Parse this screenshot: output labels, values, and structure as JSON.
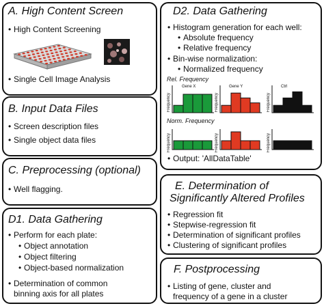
{
  "panels": {
    "a": {
      "title": "A. High Content Screen",
      "bullets": [
        "High Content Screening",
        "Single Cell Image Analysis"
      ]
    },
    "b": {
      "title": "B. Input Data Files",
      "bullets": [
        "Screen description files",
        "Single object data files"
      ]
    },
    "c": {
      "title": "C. Preprocessing (optional)",
      "bullets": [
        "Well flagging."
      ]
    },
    "d1": {
      "title": "D1. Data Gathering",
      "bullet1": "Perform for each plate:",
      "sub": [
        "Object annotation",
        "Object filtering",
        "Object-based normalization"
      ],
      "bullet2_line1": "Determination of common",
      "bullet2_line2": "binning axis for all plates"
    },
    "d2": {
      "title": "D2. Data Gathering",
      "bullet1": "Histogram generation for each well:",
      "sub1": [
        "Absolute frequency",
        "Relative frequency"
      ],
      "bullet2": "Bin-wise normalization:",
      "sub2": [
        "Normalized frequency"
      ],
      "rel_label": "Rel. Frequency",
      "norm_label": "Norm. Frequency",
      "genes": [
        "Gene X",
        "Gene Y",
        "Ctrl"
      ],
      "freq_axis": "Frequency",
      "output": "Output: 'AllDataTable'"
    },
    "e": {
      "title_line1": "E. Determination of",
      "title_line2": "Significantly Altered Profiles",
      "bullets": [
        "Regression fit",
        "Stepwise-regression fit",
        "Determination of significant profiles",
        "Clustering of significant profiles"
      ]
    },
    "f": {
      "title": "F. Postprocessing",
      "line1": "Listing of gene, cluster and",
      "line2": "frequency of a gene in a cluster"
    }
  },
  "chart_data": {
    "type": "bar",
    "rel_frequency": [
      {
        "name": "Gene X",
        "values": [
          0.3,
          0.75,
          0.75,
          0.75
        ],
        "color": "#1a9a3a"
      },
      {
        "name": "Gene Y",
        "values": [
          0.3,
          0.8,
          0.6,
          0.4
        ],
        "color": "#e03a22"
      },
      {
        "name": "Ctrl",
        "values": [
          0.3,
          0.6,
          0.85,
          0.3
        ],
        "color": "#111111"
      }
    ],
    "norm_frequency": [
      {
        "name": "Gene X",
        "values": [
          0.5,
          0.5,
          0.5,
          0.5
        ],
        "color": "#1a9a3a"
      },
      {
        "name": "Gene Y",
        "values": [
          0.5,
          1.0,
          0.5,
          0.5
        ],
        "color": "#e03a22"
      },
      {
        "name": "Ctrl",
        "values": [
          0.5,
          0.5,
          0.5,
          0.5
        ],
        "color": "#111111"
      }
    ]
  }
}
